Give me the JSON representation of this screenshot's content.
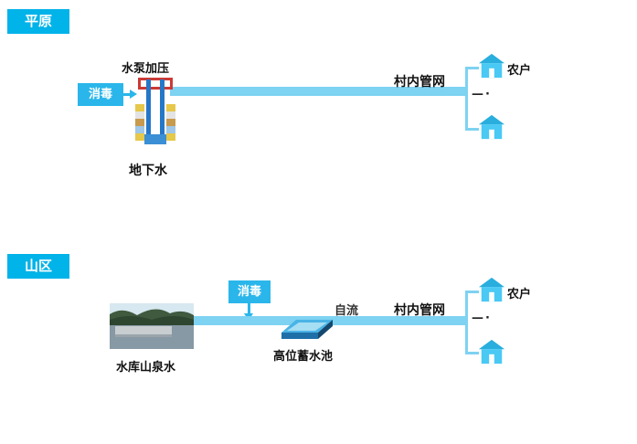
{
  "colors": {
    "accent": "#00b3e8",
    "process_box": "#2ab6ea",
    "pipe": "#7ed2f2",
    "house": "#4ac9f4",
    "text": "#111111"
  },
  "plain": {
    "tag": "平原",
    "disinfect": "消毒",
    "pump": "水泵加压",
    "source": "地下水",
    "network": "村内管网",
    "household": "农户",
    "more": "—·"
  },
  "mountain": {
    "tag": "山区",
    "disinfect": "消毒",
    "source": "水库山泉水",
    "tank": "高位蓄水池",
    "gravity": "自流",
    "network": "村内管网",
    "household": "农户",
    "more": "—·"
  }
}
